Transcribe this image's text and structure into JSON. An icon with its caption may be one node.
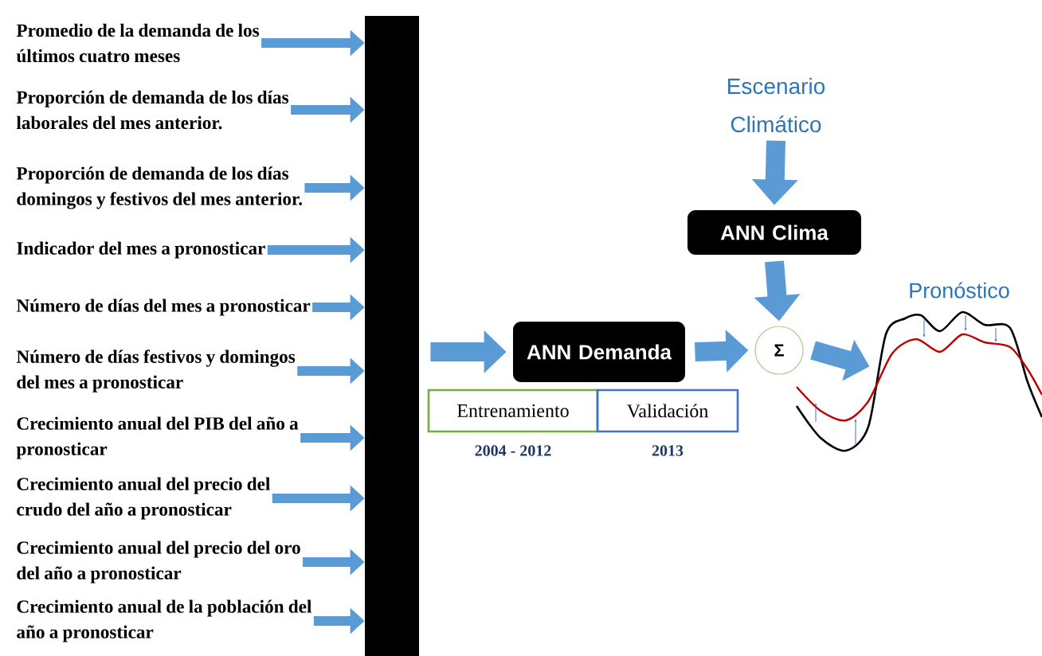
{
  "diagram": {
    "nodes": [
      {
        "text": [
          "Promedio de la demanda de los últimos cuatro meses"
        ]
      },
      {
        "text": [
          "Proporción de demanda de los días laborales del mes anterior."
        ]
      },
      {
        "text": [
          "Proporción de demanda de los días domingos y festivos del mes anterior."
        ]
      },
      {
        "text": [
          "Indicador del mes a pronosticar"
        ]
      },
      {
        "text": [
          "Número de días del mes a pronosticar"
        ]
      },
      {
        "text": [
          "Número de días festivos y domingos del mes a pronosticar"
        ]
      },
      {
        "text": [
          "Crecimiento anual del PIB del año a pronosticar"
        ]
      },
      {
        "text": [
          "Crecimiento anual del precio del crudo del año a pronosticar"
        ]
      },
      {
        "text": [
          "Crecimiento anual del precio del oro del año a pronosticar"
        ]
      },
      {
        "text": [
          "Crecimiento anual de la población del año a pronosticar"
        ]
      },
      {
        "text": [],
        "shape": "bar"
      },
      {
        "text": [
          "ANN Demanda"
        ]
      },
      {
        "text": [
          "Escenario Climático"
        ]
      },
      {
        "text": [
          "ANN Clima"
        ]
      },
      {
        "text": [
          "Σ"
        ]
      },
      {
        "text": [
          "Pronóstico"
        ]
      },
      {
        "text": [
          "Entrenamiento"
        ],
        "beside": [
          "2004 - 2012"
        ]
      },
      {
        "text": [
          "Validación"
        ],
        "beside": [
          "2013"
        ]
      }
    ],
    "edges": [
      {
        "from": 0,
        "to": 10,
        "arrow": "to"
      },
      {
        "from": 1,
        "to": 10,
        "arrow": "to"
      },
      {
        "from": 2,
        "to": 10,
        "arrow": "to"
      },
      {
        "from": 3,
        "to": 10,
        "arrow": "to"
      },
      {
        "from": 4,
        "to": 10,
        "arrow": "to"
      },
      {
        "from": 5,
        "to": 10,
        "arrow": "to"
      },
      {
        "from": 6,
        "to": 10,
        "arrow": "to"
      },
      {
        "from": 7,
        "to": 10,
        "arrow": "to"
      },
      {
        "from": 8,
        "to": 10,
        "arrow": "to"
      },
      {
        "from": 9,
        "to": 10,
        "arrow": "to"
      },
      {
        "from": 10,
        "to": 11,
        "arrow": "to",
        "style": "thick"
      },
      {
        "from": 12,
        "to": 13,
        "arrow": "to",
        "style": "thick"
      },
      {
        "from": 13,
        "to": 14,
        "arrow": "to",
        "style": "thick"
      },
      {
        "from": 11,
        "to": 14,
        "arrow": "to",
        "style": "thick"
      },
      {
        "from": 14,
        "to": 15,
        "arrow": "to",
        "style": "thick"
      }
    ]
  }
}
